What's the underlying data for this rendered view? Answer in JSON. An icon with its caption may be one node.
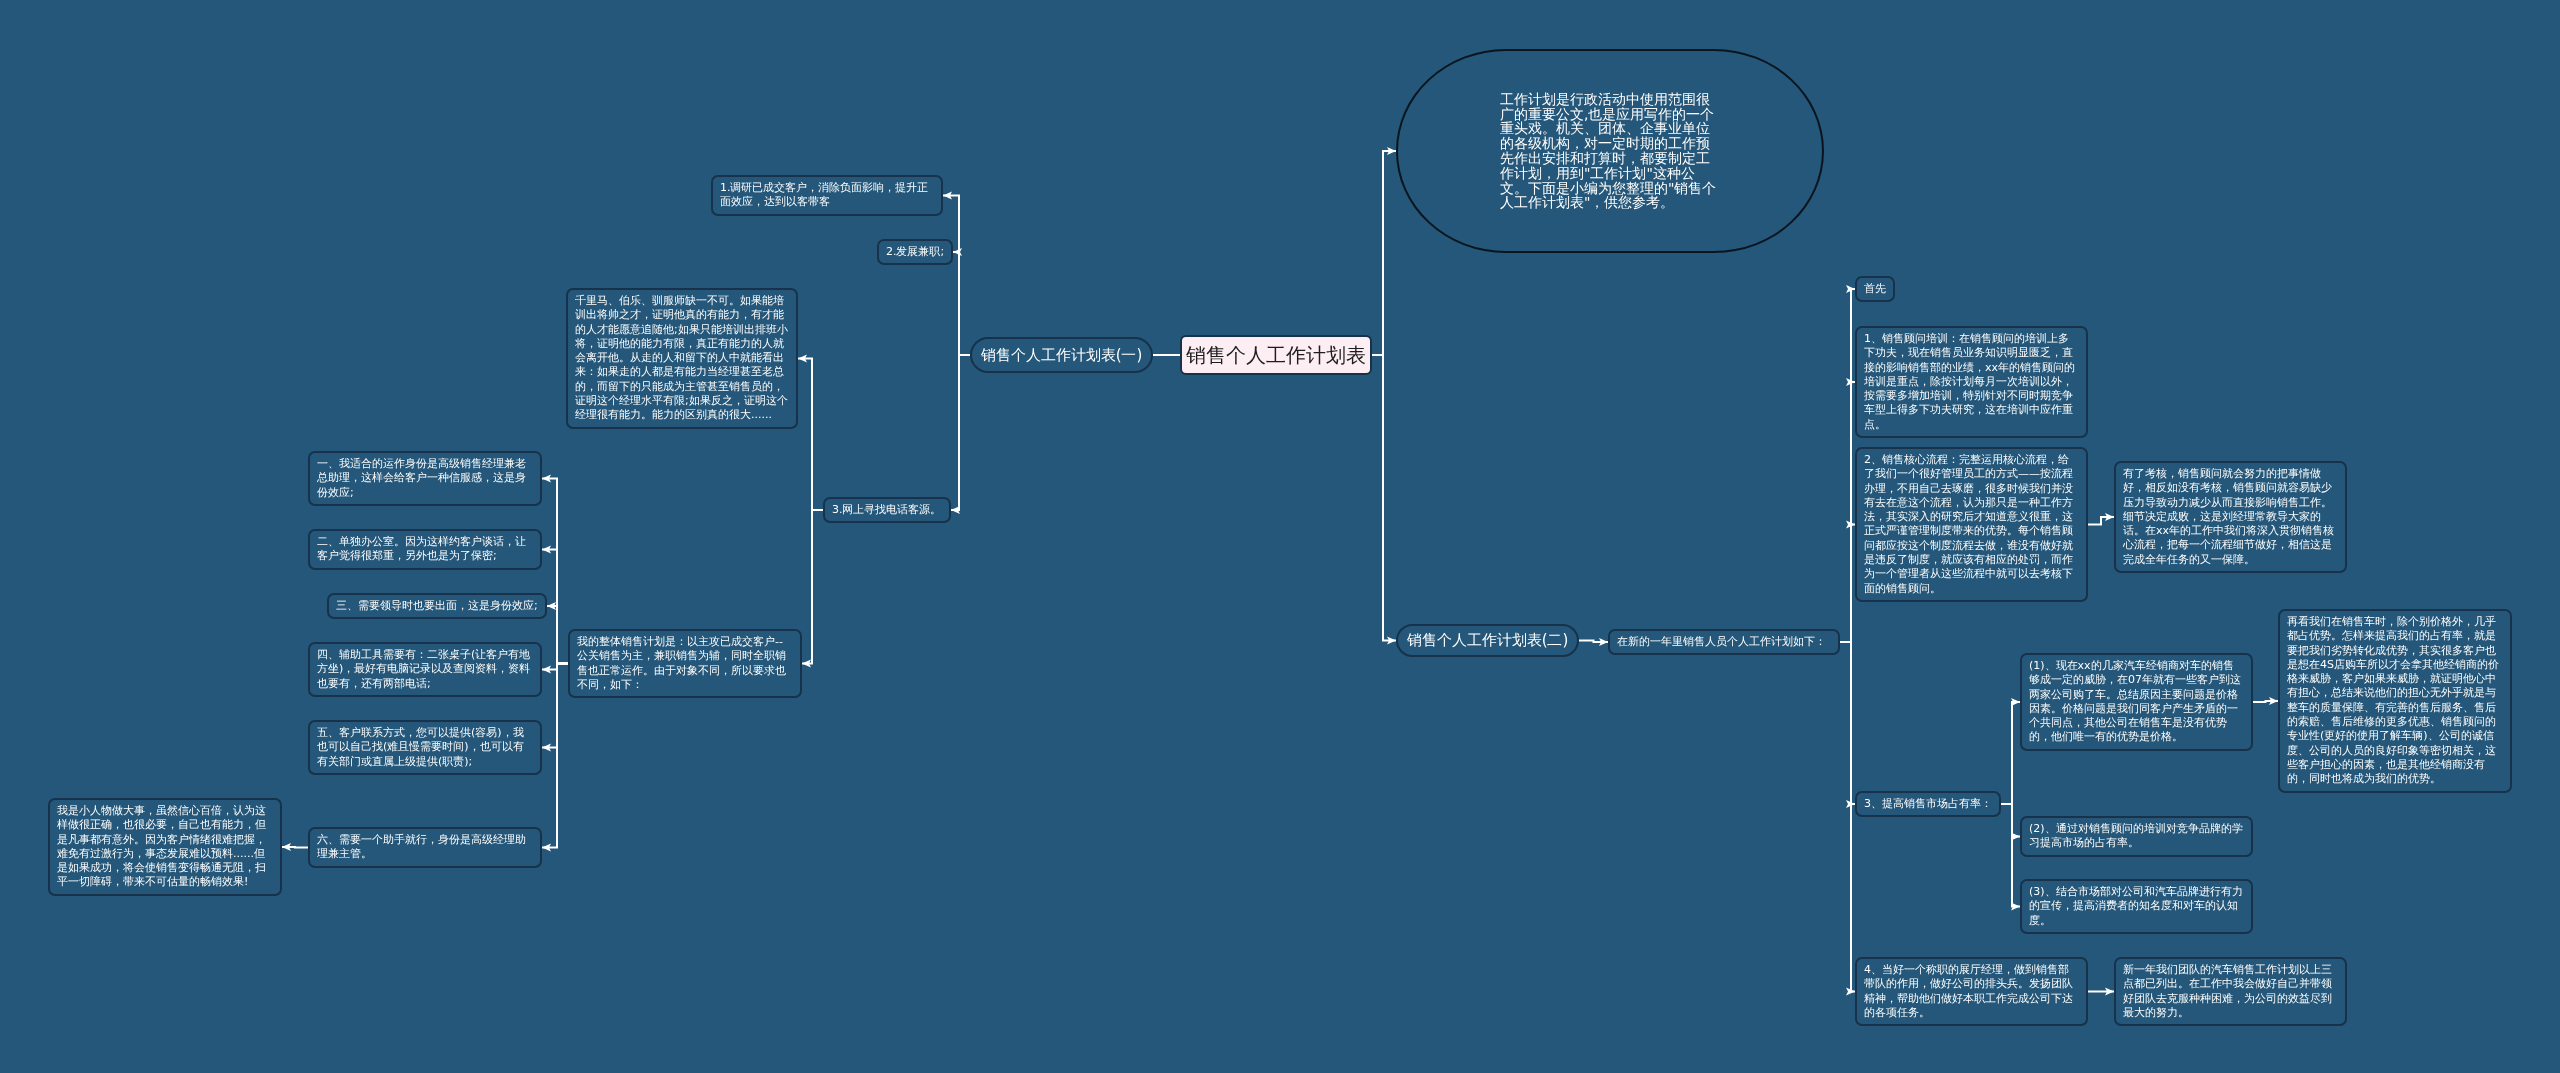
{
  "diagram": {
    "nodes": [
      {
        "text": [
          "销售个人工作计划表"
        ]
      },
      {
        "text": [
          "工作计划是行政活动中使用范围很广的重要公文,也是应用写作的一个重头戏。机关、团体、企事业单位的各级机构，对一定时期的工作预先作出安排和打算时，都要制定工作计划，用到\"工作计划\"这种公文。下面是小编为您整理的\"销售个人工作计划表\"，供您参考。"
        ]
      },
      {
        "text": [
          "销售个人工作计划表(一)"
        ]
      },
      {
        "text": [
          "1.调研已成交客户，消除负面影响，提升正面效应，达到以客带客"
        ]
      },
      {
        "text": [
          "2.发展兼职;"
        ]
      },
      {
        "text": [
          "千里马、伯乐、驯服师缺一不可。如果能培训出将帅之才，证明他真的有能力，有才能的人才能愿意追随他;如果只能培训出排班小将，证明他的能力有限，真正有能力的人就会离开他。从走的人和留下的人中就能看出来：如果走的人都是有能力当经理甚至老总的，而留下的只能成为主管甚至销售员的，证明这个经理水平有限;如果反之，证明这个经理很有能力。能力的区别真的很大......"
        ]
      },
      {
        "text": [
          "3.网上寻找电话客源。"
        ]
      },
      {
        "text": [
          "我的整体销售计划是：以主攻已成交客户--公关销售为主，兼职销售为辅，同时全职销售也正常运作。由于对象不同，所以要求也不同，如下："
        ]
      },
      {
        "text": [
          "一、我适合的运作身份是高级销售经理兼老总助理，这样会给客户一种信服感，这是身份效应;"
        ]
      },
      {
        "text": [
          "二、单独办公室。因为这样约客户谈话，让客户觉得很郑重，另外也是为了保密;"
        ]
      },
      {
        "text": [
          "三、需要领导时也要出面，这是身份效应;"
        ]
      },
      {
        "text": [
          "四、辅助工具需要有：二张桌子(让客户有地方坐)，最好有电脑记录以及查阅资料，资料也要有，还有两部电话;"
        ]
      },
      {
        "text": [
          "五、客户联系方式，您可以提供(容易)，我也可以自己找(难且慢需要时间)，也可以有有关部门或直属上级提供(职责);"
        ]
      },
      {
        "text": [
          "六、需要一个助手就行，身份是高级经理助理兼主管。"
        ]
      },
      {
        "text": [
          "我是小人物做大事，虽然信心百倍，认为这样做很正确，也很必要，自己也有能力，但是凡事都有意外。因为客户情绪很难把握，难免有过激行为，事态发展难以预料......但是如果成功，将会使销售变得畅通无阻，扫平一切障碍，带来不可估量的畅销效果!"
        ]
      },
      {
        "text": [
          "销售个人工作计划表(二)"
        ]
      },
      {
        "text": [
          "在新的一年里销售人员个人工作计划如下："
        ]
      },
      {
        "text": [
          "首先"
        ]
      },
      {
        "text": [
          "1、销售顾问培训：在销售顾问的培训上多下功夫，现在销售员业务知识明显匮乏，直接的影响销售部的业绩，xx年的销售顾问的培训是重点，除按计划每月一次培训以外，按需要多增加培训，特别针对不同时期竞争车型上得多下功夫研究，这在培训中应作重点。"
        ]
      },
      {
        "text": [
          "2、销售核心流程：完整运用核心流程，给了我们一个很好管理员工的方式——按流程办理，不用自己去琢磨，很多时候我们并没有去在意这个流程，认为那只是一种工作方法，其实深入的研究后才知道意义很重，这正式严谨管理制度带来的优势。每个销售顾问都应按这个制度流程去做，谁没有做好就是违反了制度，就应该有相应的处罚，而作为一个管理者从这些流程中就可以去考核下面的销售顾问。"
        ]
      },
      {
        "text": [
          "有了考核，销售顾问就会努力的把事情做好，相反如没有考核，销售顾问就容易缺少压力导致动力减少从而直接影响销售工作。细节决定成败，这是刘经理常教导大家的话。在xx年的工作中我们将深入贯彻销售核心流程，把每一个流程细节做好，相信这是完成全年任务的又一保障。"
        ]
      },
      {
        "text": [
          "3、提高销售市场占有率："
        ]
      },
      {
        "text": [
          "(1)、现在xx的几家汽车经销商对车的销售够成一定的威胁，在07年就有一些客户到这两家公司购了车。总结原因主要问题是价格因素。价格问题是我们同客户产生矛盾的一个共同点，其他公司在销售车是没有优势的，他们唯一有的优势是价格。"
        ]
      },
      {
        "text": [
          "再看我们在销售车时，除个别价格外，几乎都占优势。怎样来提高我们的占有率，就是要把我们劣势转化成优势，其实很多客户也是想在4S店购车所以才会拿其他经销商的价格来威胁，客户如果来威胁，就证明他心中有担心，总结来说他们的担心无外乎就是与整车的质量保障、有完善的售后服务、售后的索赔、售后维修的更多优惠、销售顾问的专业性(更好的使用了解车辆)、公司的诚信度、公司的人员的良好印象等密切相关，这些客户担心的因素，也是其他经销商没有的，同时也将成为我们的优势。"
        ]
      },
      {
        "text": [
          "(2)、通过对销售顾问的培训对竞争品牌的学习提高市场的占有率。"
        ]
      },
      {
        "text": [
          "(3)、结合市场部对公司和汽车品牌进行有力的宣传，提高消费者的知名度和对车的认知度。"
        ]
      },
      {
        "text": [
          "4、当好一个称职的展厅经理，做到销售部带队的作用，做好公司的排头兵。发扬团队精神，帮助他们做好本职工作完成公司下达的各项任务。"
        ]
      },
      {
        "text": [
          "新一年我们团队的汽车销售工作计划以上三点都已列出。在工作中我会做好自己并带领好团队去克服种种困难，为公司的效益尽到最大的努力。"
        ]
      }
    ],
    "edges": [
      {
        "from": 0,
        "to": 1,
        "arrow": "to"
      },
      {
        "from": 0,
        "to": 2,
        "arrow": "none"
      },
      {
        "from": 0,
        "to": 15,
        "arrow": "to"
      },
      {
        "from": 2,
        "to": 3,
        "arrow": "to"
      },
      {
        "from": 2,
        "to": 4,
        "arrow": "to"
      },
      {
        "from": 2,
        "to": 6,
        "arrow": "to"
      },
      {
        "from": 6,
        "to": 5,
        "arrow": "to"
      },
      {
        "from": 6,
        "to": 7,
        "arrow": "to"
      },
      {
        "from": 7,
        "to": 8,
        "arrow": "to"
      },
      {
        "from": 7,
        "to": 9,
        "arrow": "to"
      },
      {
        "from": 7,
        "to": 10,
        "arrow": "to"
      },
      {
        "from": 7,
        "to": 11,
        "arrow": "to"
      },
      {
        "from": 7,
        "to": 12,
        "arrow": "to"
      },
      {
        "from": 7,
        "to": 13,
        "arrow": "to"
      },
      {
        "from": 13,
        "to": 14,
        "arrow": "to"
      },
      {
        "from": 15,
        "to": 16,
        "arrow": "to"
      },
      {
        "from": 16,
        "to": 17,
        "arrow": "to"
      },
      {
        "from": 16,
        "to": 18,
        "arrow": "to"
      },
      {
        "from": 16,
        "to": 19,
        "arrow": "to"
      },
      {
        "from": 16,
        "to": 21,
        "arrow": "to"
      },
      {
        "from": 16,
        "to": 26,
        "arrow": "to"
      },
      {
        "from": 19,
        "to": 20,
        "arrow": "to"
      },
      {
        "from": 21,
        "to": 22,
        "arrow": "to"
      },
      {
        "from": 21,
        "to": 24,
        "arrow": "to"
      },
      {
        "from": 21,
        "to": 25,
        "arrow": "to"
      },
      {
        "from": 22,
        "to": 23,
        "arrow": "to"
      },
      {
        "from": 26,
        "to": 27,
        "arrow": "to"
      }
    ]
  }
}
